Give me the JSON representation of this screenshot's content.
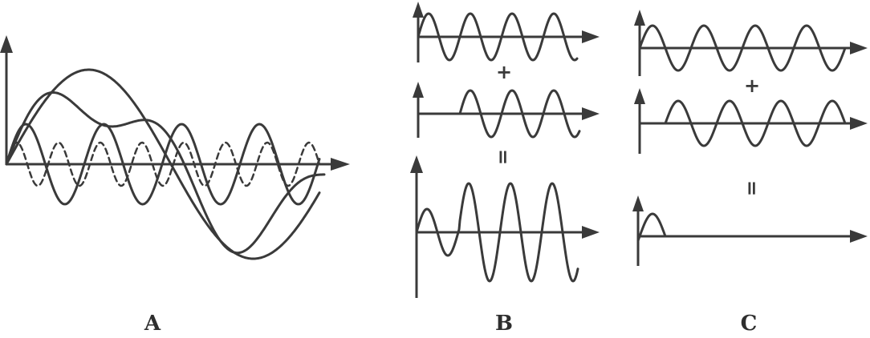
{
  "panels": {
    "a": {
      "label": "A"
    },
    "b": {
      "label": "B",
      "plus": "+",
      "equals": "="
    },
    "c": {
      "label": "C",
      "plus": "+",
      "equals": "="
    }
  },
  "colors": {
    "ink": "#3a3a3a",
    "background": "#ffffff"
  }
}
